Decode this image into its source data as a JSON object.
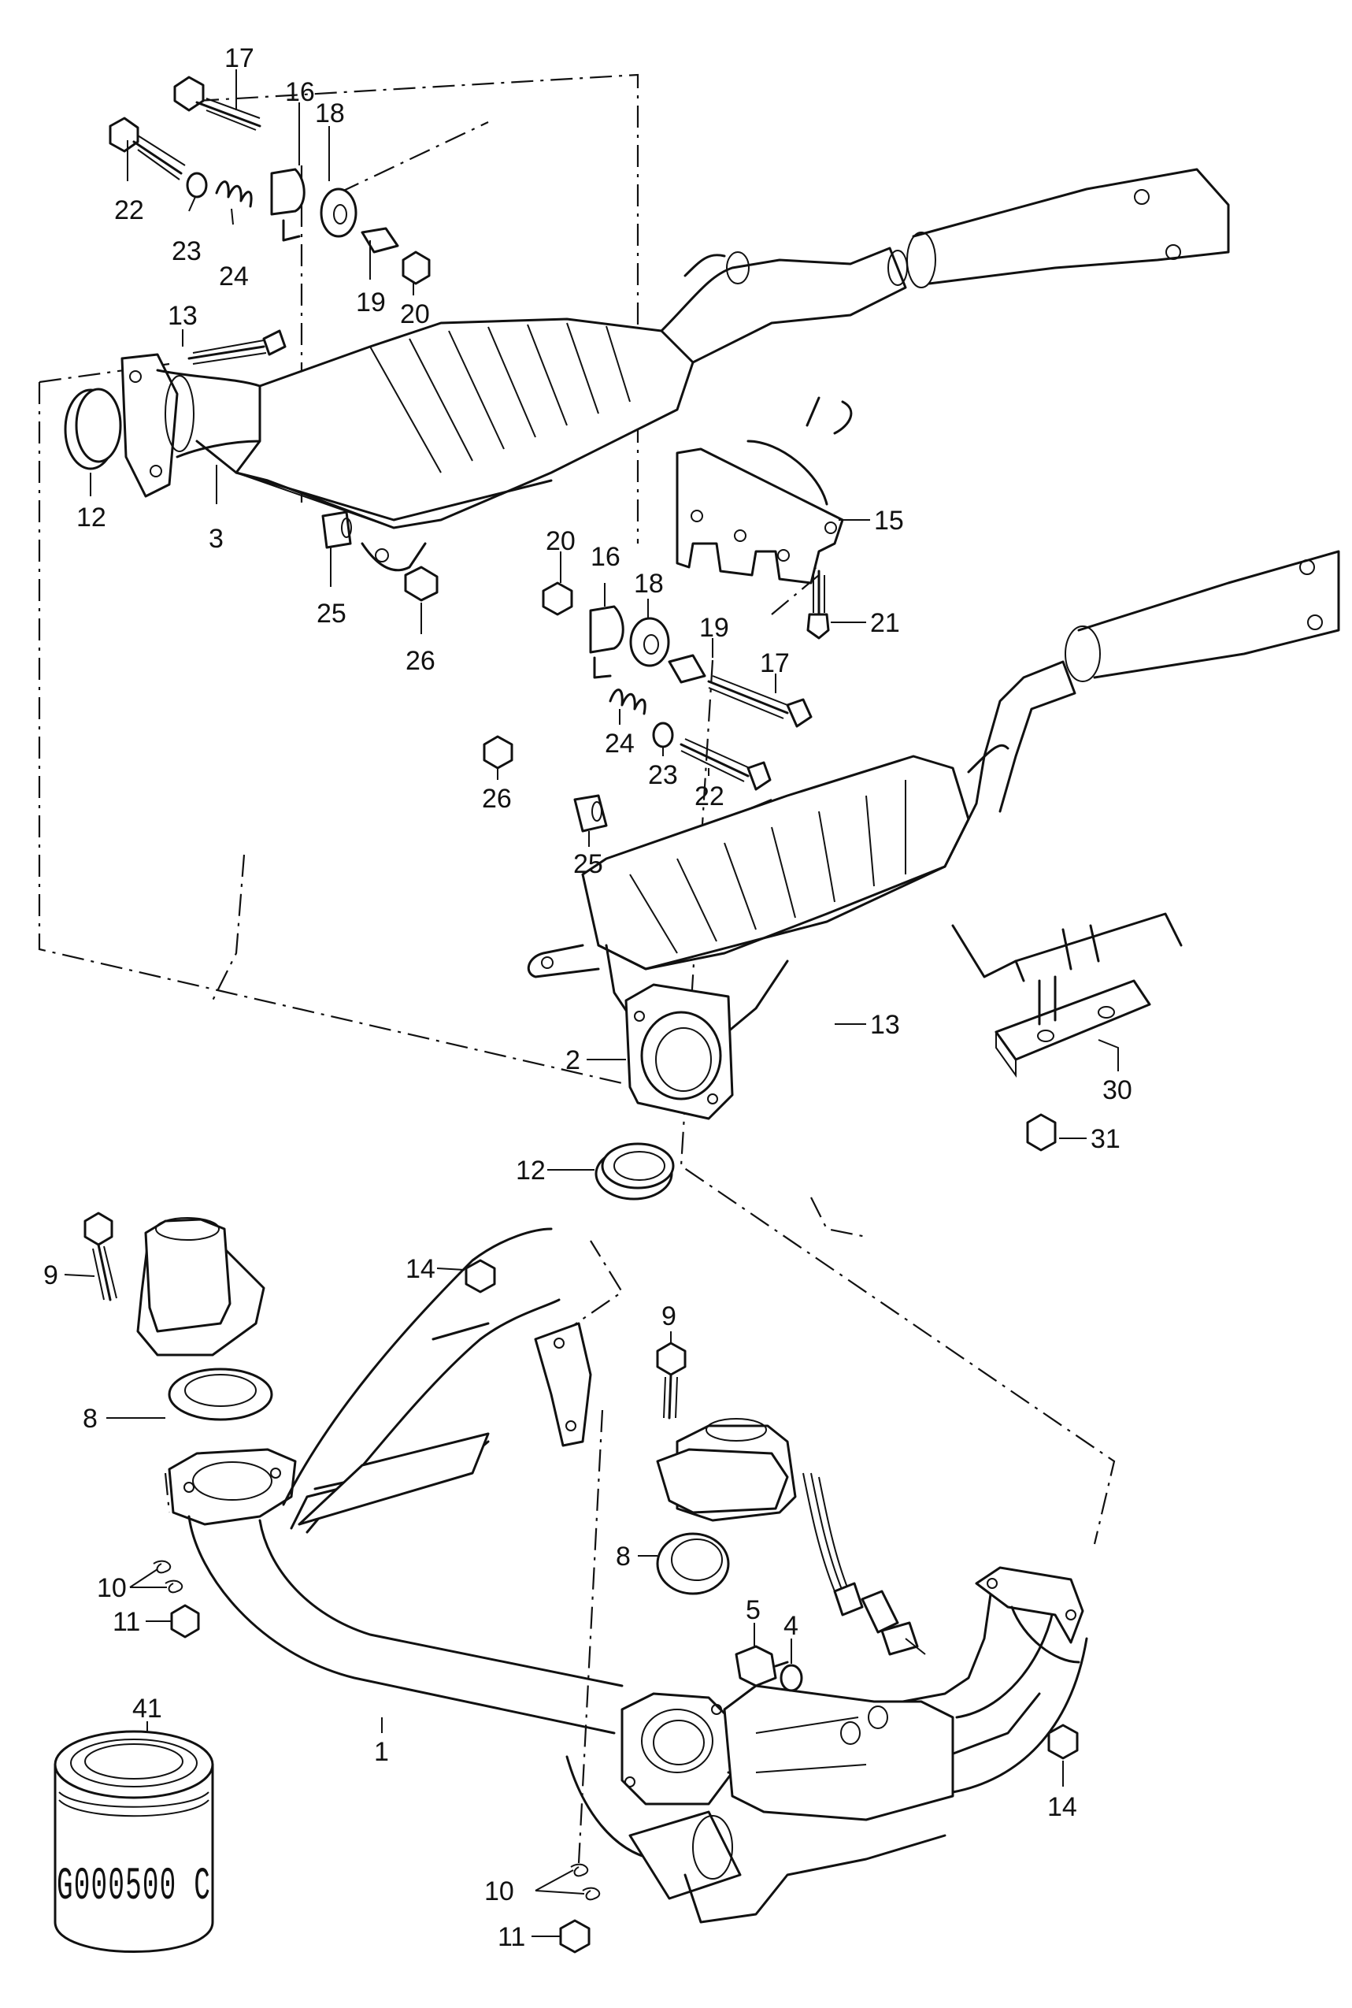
{
  "figure": {
    "part_stamp": "G000500 C"
  },
  "callouts": [
    {
      "key": "c17a",
      "text": "17"
    },
    {
      "key": "c16a",
      "text": "16"
    },
    {
      "key": "c18a",
      "text": "18"
    },
    {
      "key": "c22a",
      "text": "22"
    },
    {
      "key": "c23a",
      "text": "23"
    },
    {
      "key": "c24a",
      "text": "24"
    },
    {
      "key": "c19a",
      "text": "19"
    },
    {
      "key": "c20a",
      "text": "20"
    },
    {
      "key": "c13a",
      "text": "13"
    },
    {
      "key": "c12a",
      "text": "12"
    },
    {
      "key": "c3",
      "text": "3"
    },
    {
      "key": "c25a",
      "text": "25"
    },
    {
      "key": "c26a",
      "text": "26"
    },
    {
      "key": "c15",
      "text": "15"
    },
    {
      "key": "c20b",
      "text": "20"
    },
    {
      "key": "c16b",
      "text": "16"
    },
    {
      "key": "c18b",
      "text": "18"
    },
    {
      "key": "c21",
      "text": "21"
    },
    {
      "key": "c19b",
      "text": "19"
    },
    {
      "key": "c17b",
      "text": "17"
    },
    {
      "key": "c24b",
      "text": "24"
    },
    {
      "key": "c23b",
      "text": "23"
    },
    {
      "key": "c22b",
      "text": "22"
    },
    {
      "key": "c26b",
      "text": "26"
    },
    {
      "key": "c25b",
      "text": "25"
    },
    {
      "key": "c13b",
      "text": "13"
    },
    {
      "key": "c2",
      "text": "2"
    },
    {
      "key": "c30",
      "text": "30"
    },
    {
      "key": "c31",
      "text": "31"
    },
    {
      "key": "c12b",
      "text": "12"
    },
    {
      "key": "c9a",
      "text": "9"
    },
    {
      "key": "c14a",
      "text": "14"
    },
    {
      "key": "c9b",
      "text": "9"
    },
    {
      "key": "c8a",
      "text": "8"
    },
    {
      "key": "c8b",
      "text": "8"
    },
    {
      "key": "c10a",
      "text": "10"
    },
    {
      "key": "c11a",
      "text": "11"
    },
    {
      "key": "c5",
      "text": "5"
    },
    {
      "key": "c4",
      "text": "4"
    },
    {
      "key": "c41",
      "text": "41"
    },
    {
      "key": "c1",
      "text": "1"
    },
    {
      "key": "c14b",
      "text": "14"
    },
    {
      "key": "c10b",
      "text": "10"
    },
    {
      "key": "c11b",
      "text": "11"
    }
  ]
}
